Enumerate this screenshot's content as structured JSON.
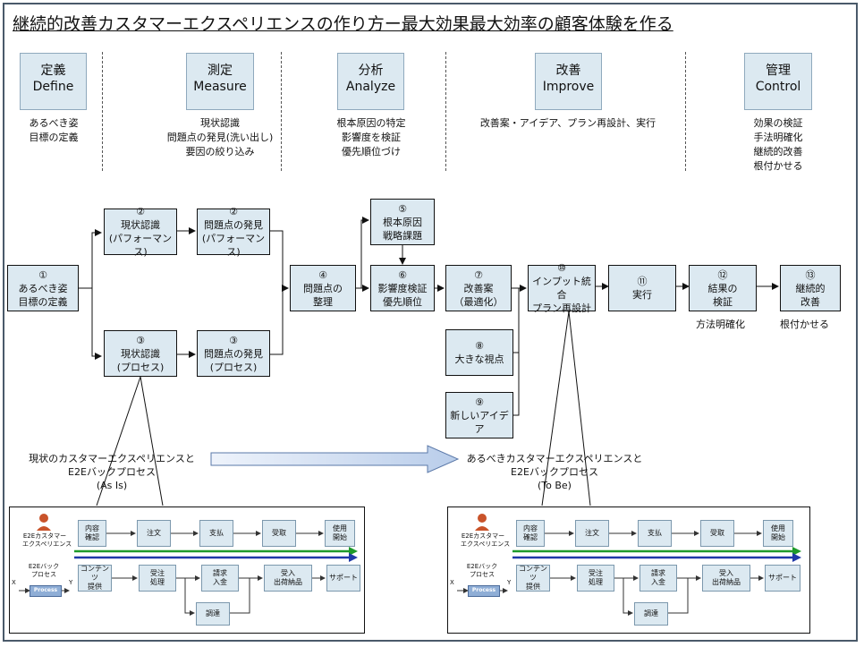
{
  "title": "継続的改善カスタマーエクスペリエンスの作り方ー最大効果最大効率の顧客体験を作る",
  "phases": [
    {
      "jp": "定義",
      "en": "Define",
      "desc": [
        "あるべき姿",
        "目標の定義"
      ]
    },
    {
      "jp": "測定",
      "en": "Measure",
      "desc": [
        "現状認識",
        "問題点の発見(洗い出し)",
        "要因の絞り込み"
      ]
    },
    {
      "jp": "分析",
      "en": "Analyze",
      "desc": [
        "根本原因の特定",
        "影響度を検証",
        "優先順位づけ"
      ]
    },
    {
      "jp": "改善",
      "en": "Improve",
      "desc": [
        "改善案・アイデア、プラン再設計、実行"
      ]
    },
    {
      "jp": "管理",
      "en": "Control",
      "desc": [
        "効果の検証",
        "手法明確化",
        "継続的改善",
        "根付かせる"
      ]
    }
  ],
  "steps": {
    "s1": [
      "①",
      "あるべき姿",
      "目標の定義"
    ],
    "s2a": [
      "②",
      "現状認識",
      "(パフォーマンス)"
    ],
    "s2b": [
      "②",
      "問題点の発見",
      "(パフォーマンス)"
    ],
    "s3a": [
      "③",
      "現状認識",
      "(プロセス)"
    ],
    "s3b": [
      "③",
      "問題点の発見",
      "(プロセス)"
    ],
    "s4": [
      "④",
      "問題点の",
      "整理"
    ],
    "s5": [
      "⑤",
      "根本原因",
      "戦略課題"
    ],
    "s6": [
      "⑥",
      "影響度検証",
      "優先順位"
    ],
    "s7": [
      "⑦",
      "改善案",
      "（最適化）"
    ],
    "s8": [
      "⑧",
      "大きな視点"
    ],
    "s9": [
      "⑨",
      "新しいアイデア"
    ],
    "s10": [
      "⑩",
      "インプット統合",
      "プラン再設計"
    ],
    "s11": [
      "⑪",
      "実行"
    ],
    "s12": [
      "⑫",
      "結果の",
      "検証"
    ],
    "s13": [
      "⑬",
      "継続的",
      "改善"
    ]
  },
  "notes": {
    "n12": "方法明確化",
    "n13": "根付かせる"
  },
  "asis": [
    "現状のカスタマーエクスペリエンスと",
    "E2Eバックプロセス",
    "(As Is)"
  ],
  "tobe": [
    "あるべきカスタマーエクスペリエンスと",
    "E2Eバックプロセス",
    "(To Be)"
  ],
  "panel": {
    "customer_label": [
      "E2Eカスタマー",
      "エクスペリエンス"
    ],
    "back_label": [
      "E2Eバック",
      "プロセス"
    ],
    "process": "Process",
    "x": "X",
    "y": "Y",
    "top_row": [
      [
        "内容",
        "確認"
      ],
      [
        "注文"
      ],
      [
        "支払"
      ],
      [
        "受取"
      ],
      [
        "使用",
        "開始"
      ]
    ],
    "bottom_row": [
      [
        "コンテンツ",
        "提供"
      ],
      [
        "受注",
        "処理"
      ],
      [
        "請求",
        "入金"
      ],
      [
        "受入",
        "出荷納品"
      ],
      [
        "サポート"
      ]
    ],
    "extra": "調達"
  }
}
